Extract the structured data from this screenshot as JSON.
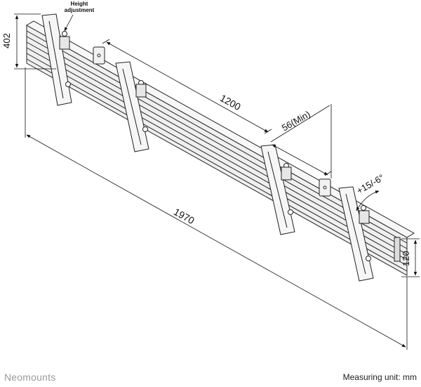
{
  "callout": {
    "height_adjustment": [
      "Height",
      "adjustment"
    ]
  },
  "dimensions": {
    "height": "402",
    "spacing": "1200",
    "min_gap": "56(Min)",
    "total_length": "1970",
    "rail_height": "120",
    "tilt": "+15/-6°"
  },
  "footer": {
    "brand": "Neomounts",
    "measuring_label": "Measuring unit:",
    "measuring_unit": "mm"
  },
  "colors": {
    "line": "#222222",
    "rail_fill": "#efefef",
    "bracket_fill": "#f6f6f6",
    "brand": "#9a9a9a"
  }
}
